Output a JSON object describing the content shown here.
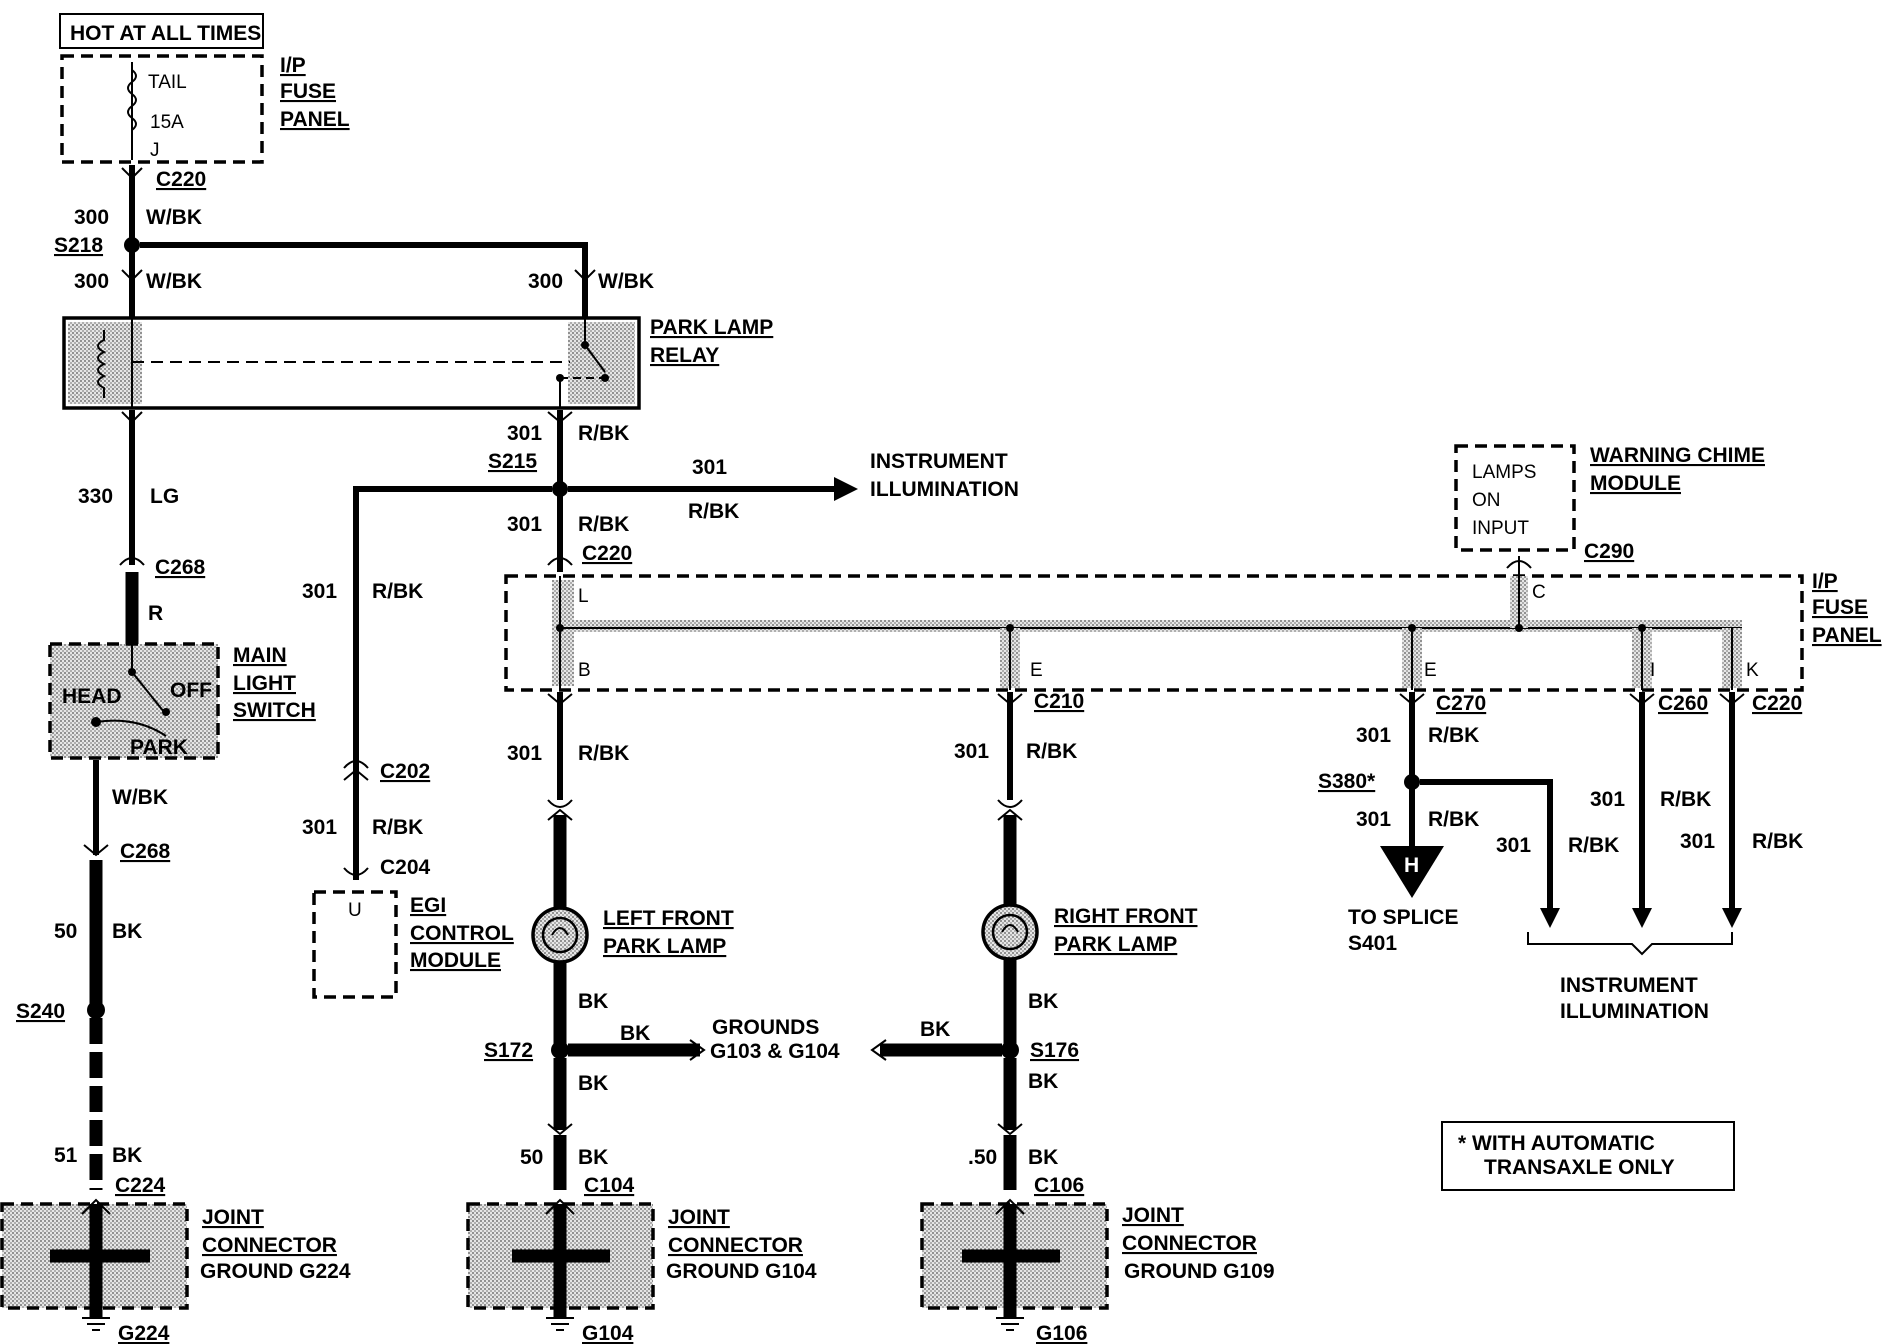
{
  "top_box": {
    "label": "HOT AT ALL TIMES"
  },
  "fuse_panel_top": {
    "tail": "TAIL",
    "amp": "15A",
    "pin": "J",
    "name1": "I/P",
    "name2": "FUSE",
    "name3": "PANEL"
  },
  "connectors": {
    "c220a": "C220",
    "s218": "S218",
    "c268a": "C268",
    "c268b": "C268",
    "s240": "S240",
    "c224": "C224",
    "g224": "G224",
    "s215": "S215",
    "c220b": "C220",
    "c202": "C202",
    "c204": "C204",
    "c210": "C210",
    "s172": "S172",
    "s176": "S176",
    "c104": "C104",
    "c106": "C106",
    "g104": "G104",
    "g106": "G106",
    "c270": "C270",
    "c260": "C260",
    "c220c": "C220",
    "c290": "C290",
    "s380": "S380*"
  },
  "wires": {
    "n300": "300",
    "wbk": "W/BK",
    "n330": "330",
    "lg": "LG",
    "r": "R",
    "n301": "301",
    "rbk": "R/BK",
    "n50": "50",
    "n51": "51",
    "bk": "BK",
    "n50b": ".50"
  },
  "relay": {
    "line1": "PARK LAMP",
    "line2": "RELAY"
  },
  "main_switch": {
    "head": "HEAD",
    "off": "OFF",
    "park": "PARK",
    "line1": "MAIN",
    "line2": "LIGHT",
    "line3": "SWITCH"
  },
  "instrument_top": {
    "line1": "INSTRUMENT",
    "line2": "ILLUMINATION"
  },
  "chime": {
    "in1": "LAMPS",
    "in2": "ON",
    "in3": "INPUT",
    "line1": "WARNING CHIME",
    "line2": "MODULE"
  },
  "fuse_panel_right": {
    "line1": "I/P",
    "line2": "FUSE",
    "line3": "PANEL",
    "pinL": "L",
    "pinB": "B",
    "pinE1": "E",
    "pinE2": "E",
    "pinC": "C",
    "pinI": "I",
    "pinK": "K"
  },
  "egi": {
    "pin": "U",
    "line1": "EGI",
    "line2": "CONTROL",
    "line3": "MODULE"
  },
  "left_lamp": {
    "line1": "LEFT FRONT",
    "line2": "PARK LAMP"
  },
  "right_lamp": {
    "line1": "RIGHT FRONT",
    "line2": "PARK LAMP"
  },
  "grounds": {
    "line1": "GROUNDS",
    "line2": "G103 & G104"
  },
  "splice": {
    "pin": "H",
    "line1": "TO SPLICE",
    "line2": "S401"
  },
  "instrument_bottom": {
    "line1": "INSTRUMENT",
    "line2": "ILLUMINATION"
  },
  "joint1": {
    "line1": "JOINT",
    "line2": "CONNECTOR",
    "line3": "GROUND G224"
  },
  "joint2": {
    "line1": "JOINT",
    "line2": "CONNECTOR",
    "line3": "GROUND G104"
  },
  "joint3": {
    "line1": "JOINT",
    "line2": "CONNECTOR",
    "line3": "GROUND G109"
  },
  "note": {
    "line1": "* WITH AUTOMATIC",
    "line2": "TRANSAXLE ONLY"
  }
}
